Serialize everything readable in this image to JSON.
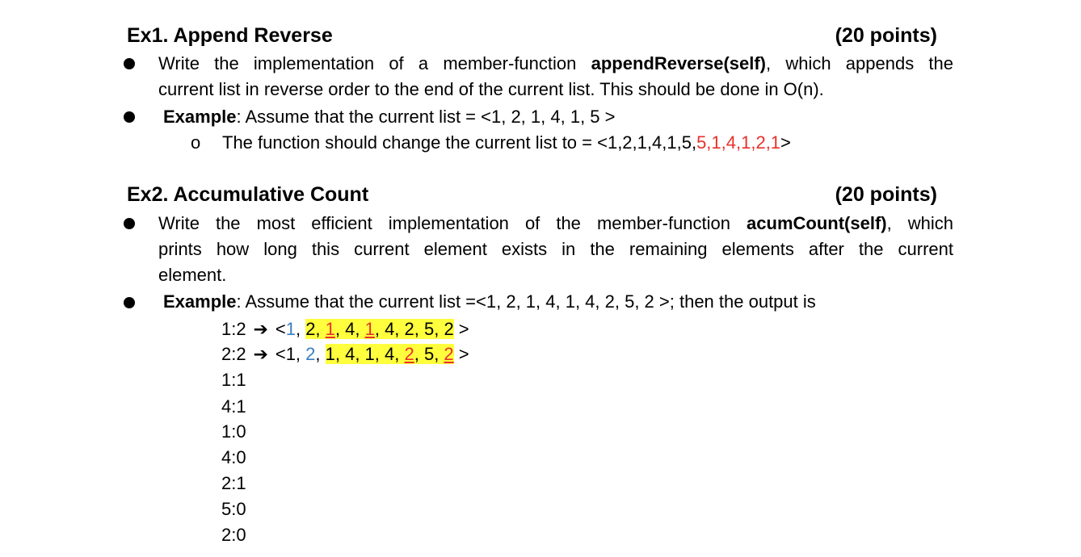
{
  "ex1": {
    "title": "Ex1. Append Reverse",
    "points": "(20 points)",
    "b1_pre": "Write the implementation of a member-function ",
    "b1_func": "appendReverse(self)",
    "b1_post": ", which appends the",
    "b1_line2": "current list in reverse order to the end of the current list. This should be done in O(n).",
    "b2_label": "Example",
    "b2_text": ": Assume that the current list = <1, 2, 1, 4, 1, 5 >",
    "sub_marker": "o",
    "sub_pre": "The function should change the current list to = <1,2,1,4,1,5,",
    "sub_red": "5,1,4,1,2,1",
    "sub_post": ">"
  },
  "ex2": {
    "title": "Ex2. Accumulative Count",
    "points": "(20 points)",
    "b1_line1_pre": "Write the most efficient implementation of the member-function ",
    "b1_func": "acumCount(self)",
    "b1_line1_post": ", which",
    "b1_line2": "prints how long this current element exists in the remaining elements after the current",
    "b1_line3": "element.",
    "b2_label": "Example",
    "b2_text": ": Assume that the current list =<1, 2, 1, 4, 1, 4, 2, 5, 2 >; then the output is",
    "out1": {
      "label": "1:2",
      "open": "<",
      "cur": "1",
      "sep1": ", ",
      "a": "2, ",
      "m1": "1",
      "b": ", 4, ",
      "m2": "1",
      "c": ", 4, 2, 5, 2",
      "close": " >"
    },
    "out2": {
      "label": "2:2",
      "open": "<1, ",
      "cur": "2",
      "sep1": ", ",
      "a": "1, 4, 1, 4, ",
      "m1": "2",
      "b": ", 5, ",
      "m2": "2",
      "close": " >"
    },
    "outputs": [
      "1:1",
      "4:1",
      "1:0",
      "4:0",
      "2:1",
      "5:0",
      "2:0"
    ]
  },
  "icons": {
    "arrow": "➔"
  }
}
